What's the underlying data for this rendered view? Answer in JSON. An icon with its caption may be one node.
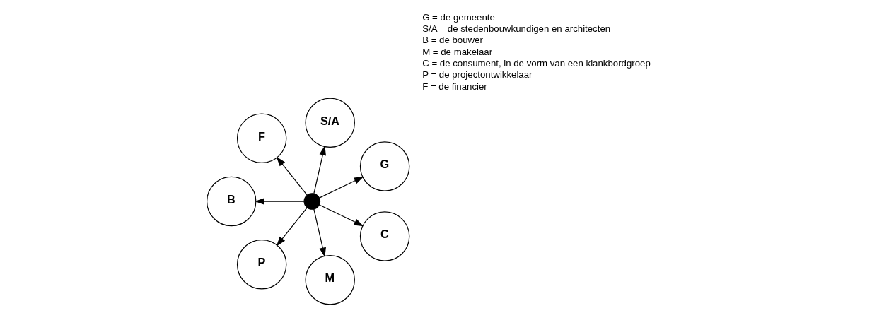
{
  "diagram": {
    "nodes": [
      {
        "text": [
          "G"
        ]
      },
      {
        "text": [
          "S/A"
        ]
      },
      {
        "text": [
          "F"
        ]
      },
      {
        "text": [
          "B"
        ]
      },
      {
        "text": [],
        "shape": "circle"
      },
      {
        "text": [
          "P"
        ]
      },
      {
        "text": [
          "M"
        ]
      },
      {
        "text": [
          "C"
        ]
      }
    ],
    "edges": [
      {
        "from": 4,
        "to": 0,
        "arrow": "to"
      },
      {
        "from": 4,
        "to": 1,
        "arrow": "to"
      },
      {
        "from": 4,
        "to": 3,
        "arrow": "to"
      },
      {
        "from": 4,
        "to": 6,
        "arrow": "to"
      },
      {
        "from": 4,
        "to": 7,
        "arrow": "to"
      },
      {
        "from": 4,
        "to": 5,
        "arrow": "to"
      },
      {
        "from": 4,
        "to": 2,
        "arrow": "to"
      }
    ],
    "labels": [
      "G = de gemeente",
      "S/A = de stedenbouwkundigen en architecten",
      "B = de bouwer",
      "M = de makelaar",
      "C = de consument, in de vorm van een klankbordgroep",
      "P = de projectontwikkelaar",
      "F = de financier"
    ]
  }
}
